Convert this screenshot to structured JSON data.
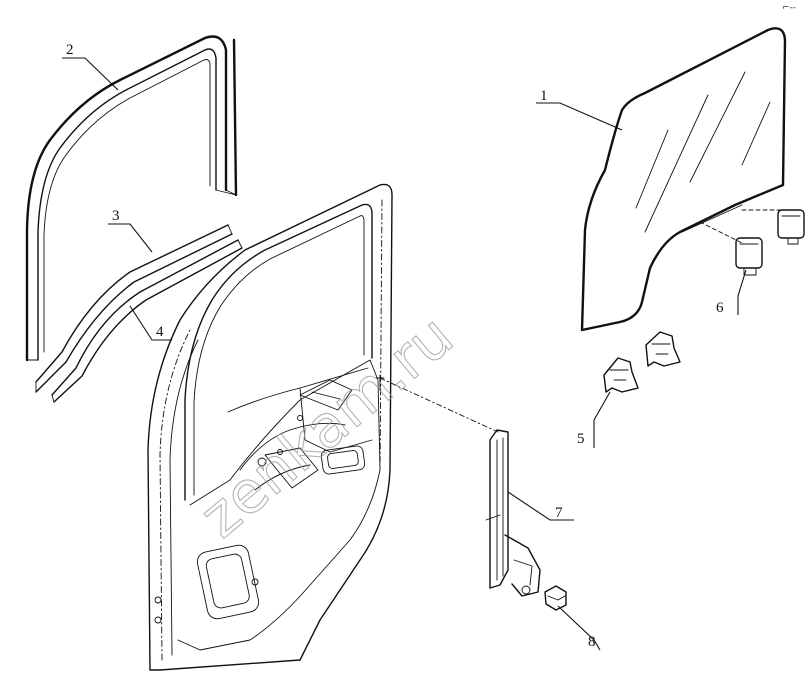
{
  "diagram": {
    "callouts": [
      {
        "id": "1",
        "label": "1"
      },
      {
        "id": "2",
        "label": "2"
      },
      {
        "id": "3",
        "label": "3"
      },
      {
        "id": "4",
        "label": "4"
      },
      {
        "id": "5",
        "label": "5"
      },
      {
        "id": "6",
        "label": "6"
      },
      {
        "id": "7",
        "label": "7"
      },
      {
        "id": "8",
        "label": "8"
      }
    ],
    "watermark": "zenkam.ru",
    "corner_mark": "⌐--"
  }
}
